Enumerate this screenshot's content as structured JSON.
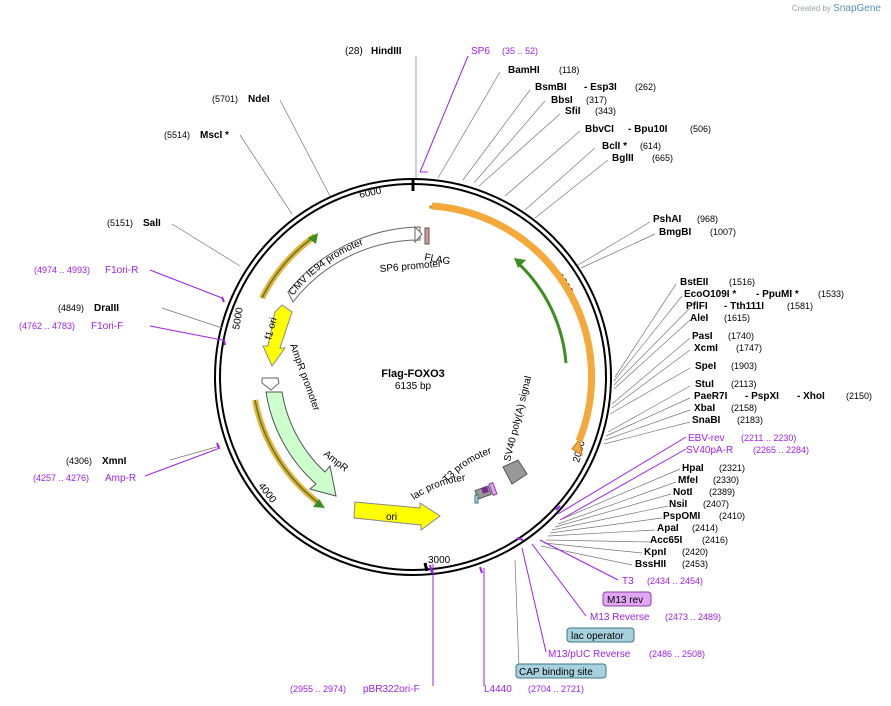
{
  "branding": {
    "created_by": "Created by",
    "app": "SnapGene"
  },
  "plasmid": {
    "name": "Flag-FOXO3",
    "size": "6135 bp"
  },
  "colors": {
    "feature": "#a020f0",
    "site": "#000000",
    "leader": "#555555",
    "orange": "#f4a93a",
    "green": "#3a8f1e",
    "yellow": "#ffff00",
    "amp": "#ccffcc",
    "lac": "#a7d1dc",
    "m13rev": "#e2a7f4"
  },
  "ticks": [
    "1000",
    "2000",
    "3000",
    "4000",
    "5000",
    "6000"
  ],
  "sites": [
    {
      "pos": "(28)",
      "name": "HindIII"
    },
    {
      "name": "BamHI",
      "pos": "(118)"
    },
    {
      "name": "BsmBI",
      "name2": "- Esp3I",
      "pos": "(262)"
    },
    {
      "name": "BbsI",
      "pos": "(317)"
    },
    {
      "name": "SfiI",
      "pos": "(343)"
    },
    {
      "name": "BbvCI",
      "name2": "- Bpu10I",
      "pos": "(506)"
    },
    {
      "name": "BclI *",
      "pos": "(614)"
    },
    {
      "name": "BglII",
      "pos": "(665)"
    },
    {
      "name": "PshAI",
      "pos": "(968)"
    },
    {
      "name": "BmgBI",
      "pos": "(1007)"
    },
    {
      "name": "BstEII",
      "pos": "(1516)"
    },
    {
      "name": "EcoO109I *",
      "name2": "- PpuMI *",
      "pos": "(1533)"
    },
    {
      "name": "PflFI",
      "name2": "- Tth111I",
      "pos": "(1581)"
    },
    {
      "name": "AleI",
      "pos": "(1615)"
    },
    {
      "name": "PasI",
      "pos": "(1740)"
    },
    {
      "name": "XcmI",
      "pos": "(1747)"
    },
    {
      "name": "SpeI",
      "pos": "(1903)"
    },
    {
      "name": "StuI",
      "pos": "(2113)"
    },
    {
      "name": "PaeR7I",
      "name2": "- PspXI",
      "name3": "- XhoI",
      "pos": "(2150)"
    },
    {
      "name": "XbaI",
      "pos": "(2158)"
    },
    {
      "name": "SnaBI",
      "pos": "(2183)"
    },
    {
      "name": "HpaI",
      "pos": "(2321)"
    },
    {
      "name": "MfeI",
      "pos": "(2330)"
    },
    {
      "name": "NotI",
      "pos": "(2389)"
    },
    {
      "name": "NsiI",
      "pos": "(2407)"
    },
    {
      "name": "PspOMI",
      "pos": "(2410)"
    },
    {
      "name": "ApaI",
      "pos": "(2414)"
    },
    {
      "name": "Acc65I",
      "pos": "(2416)"
    },
    {
      "name": "KpnI",
      "pos": "(2420)"
    },
    {
      "name": "BssHII",
      "pos": "(2453)"
    },
    {
      "pos": "(5701)",
      "name": "NdeI"
    },
    {
      "pos": "(5514)",
      "name": "MscI *"
    },
    {
      "pos": "(5151)",
      "name": "SalI"
    },
    {
      "pos": "(4849)",
      "name": "DraIII"
    },
    {
      "pos": "(4306)",
      "name": "XmnI"
    }
  ],
  "primers": [
    {
      "name": "SP6",
      "range": "(35 .. 52)"
    },
    {
      "name": "EBV-rev",
      "range": "(2211 .. 2230)"
    },
    {
      "name": "SV40pA-R",
      "range": "(2265 .. 2284)"
    },
    {
      "name": "T3",
      "range": "(2434 .. 2454)"
    },
    {
      "name": "M13 rev"
    },
    {
      "name": "M13 Reverse",
      "range": "(2473 .. 2489)"
    },
    {
      "name": "lac operator"
    },
    {
      "name": "M13/pUC Reverse",
      "range": "(2486 .. 2508)"
    },
    {
      "name": "CAP binding site"
    },
    {
      "name": "L4440",
      "range": "(2704 .. 2721)"
    },
    {
      "range": "(2955 .. 2974)",
      "name": "pBR322ori-F"
    },
    {
      "range": "(4974 .. 4993)",
      "name": "F1ori-R"
    },
    {
      "range": "(4762 .. 4783)",
      "name": "F1ori-F"
    },
    {
      "range": "(4257 .. 4276)",
      "name": "Amp-R"
    }
  ],
  "features": [
    "CMV IE94 promoter",
    "FLAG",
    "SP6 promoter",
    "f1 ori",
    "AmpR promoter",
    "AmpR",
    "ori",
    "T3 promoter",
    "lac promoter",
    "SV40 poly(A) signal"
  ]
}
